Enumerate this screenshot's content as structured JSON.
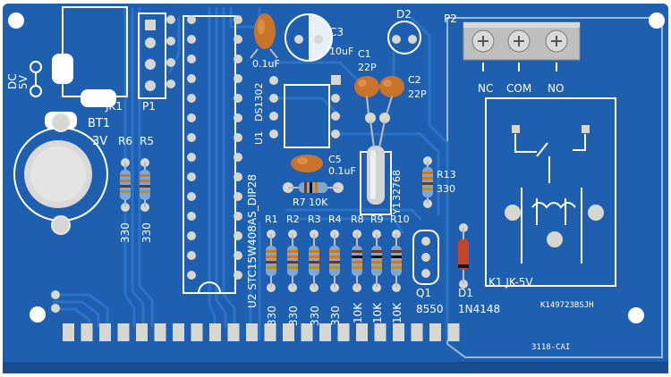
{
  "colors": {
    "board": "#1f5fb0",
    "copper_trace": "#2a73c9",
    "silkscreen": "#ffffff",
    "pad": "#d7d7d2",
    "cap_orange": "#c8742c",
    "terminal_gray": "#cfcfcf"
  },
  "labels": {
    "dc": "DC",
    "v5": "5V",
    "bt1": "BT1",
    "bt1_val": "3V",
    "jk1": "JK1",
    "p1": "P1",
    "r6": "R6",
    "r5": "R5",
    "r6_val": "330",
    "r5_val": "330",
    "c3": "C3",
    "c3_val": "10uF",
    "c4_val": "0.1uF",
    "d2": "D2",
    "p2": "P2",
    "c1": "C1",
    "c1_val": "22P",
    "c2": "C2",
    "c2_val": "22P",
    "ds1302": "DS1302",
    "u1": "U1",
    "c5": "C5",
    "c5_val": "0.1uF",
    "r7": "R7 10K",
    "y1": "Y1",
    "y1_val": "32768",
    "r13": "R13",
    "r13_val": "330",
    "u2": "U2  STC15W408AS_DIP28",
    "r1": "R1",
    "r2": "R2",
    "r3": "R3",
    "r4": "R4",
    "r8": "R8",
    "r9": "R9",
    "r10": "R10",
    "r_bottom_vals": [
      "330",
      "330",
      "330",
      "330",
      "10K",
      "10K",
      "10K"
    ],
    "q1": "Q1",
    "q1_val": "8550",
    "d1": "D1",
    "d1_val": "1N4148",
    "k1": "K1  JK-5V",
    "nc": "NC",
    "com": "COM",
    "no": "NO",
    "code1": "K149723BSJH",
    "code2": "3118-CAI"
  }
}
